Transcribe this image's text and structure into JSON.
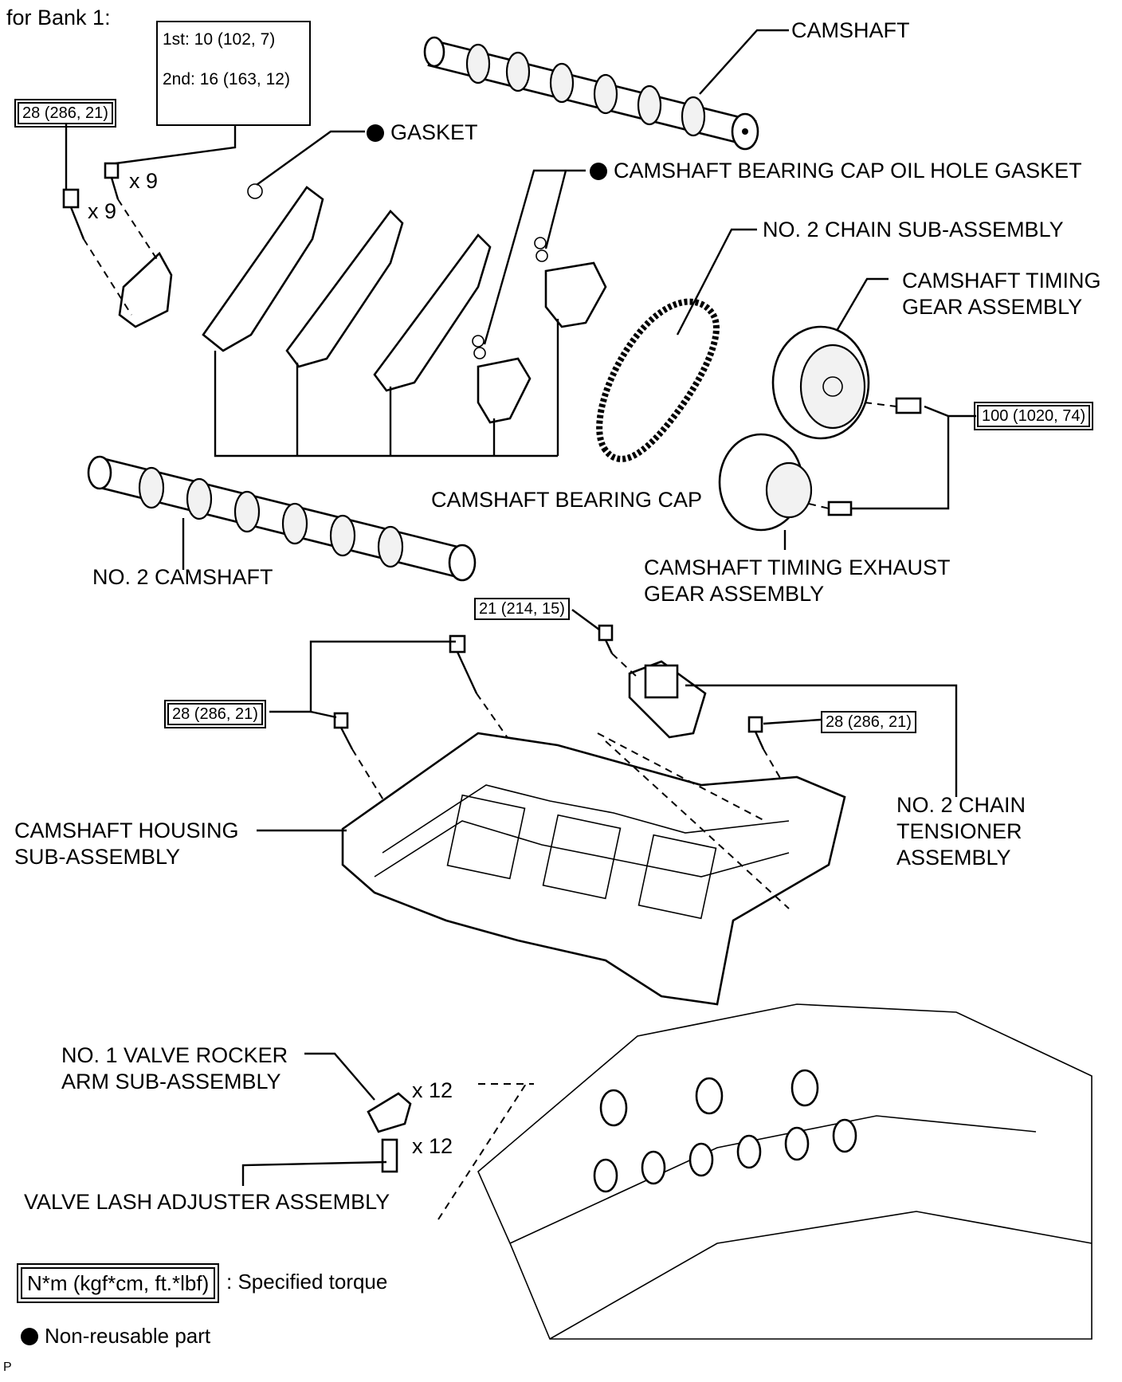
{
  "header": {
    "bank_label": "for Bank 1:"
  },
  "torques": {
    "bearing_cap_bolts": {
      "first": "1st: 10 (102, 7)",
      "second": "2nd: 16 (163, 12)",
      "multiplier": "x 9"
    },
    "front_cap_bolts": {
      "value": "28 (286, 21)",
      "multiplier": "x 9"
    },
    "timing_gear_bolts": "100 (1020, 74)",
    "tensioner_bolt": "21 (214, 15)",
    "housing_left_bolts": "28 (286, 21)",
    "housing_right_bolt": "28 (286, 21)"
  },
  "labels": {
    "camshaft": "CAMSHAFT",
    "gasket": "GASKET",
    "oil_hole_gasket": "CAMSHAFT BEARING CAP OIL HOLE GASKET",
    "chain": "NO. 2 CHAIN SUB-ASSEMBLY",
    "timing_gear_line1": "CAMSHAFT TIMING",
    "timing_gear_line2": "GEAR ASSEMBLY",
    "bearing_cap": "CAMSHAFT BEARING CAP",
    "no2_camshaft": "NO. 2 CAMSHAFT",
    "exhaust_gear_line1": "CAMSHAFT TIMING EXHAUST",
    "exhaust_gear_line2": "GEAR ASSEMBLY",
    "tensioner_line1": "NO. 2 CHAIN",
    "tensioner_line2": "TENSIONER",
    "tensioner_line3": "ASSEMBLY",
    "housing_line1": "CAMSHAFT HOUSING",
    "housing_line2": "SUB-ASSEMBLY",
    "rocker_line1": "NO. 1 VALVE ROCKER",
    "rocker_line2": "ARM SUB-ASSEMBLY",
    "rocker_multiplier": "x 12",
    "lash_adjuster": "VALVE LASH ADJUSTER ASSEMBLY",
    "lash_multiplier": "x 12"
  },
  "legend": {
    "torque_unit": "N*m (kgf*cm, ft.*lbf)",
    "torque_desc": ": Specified torque",
    "nonreusable": "Non-reusable part"
  },
  "footer": {
    "corner_mark": "P"
  }
}
